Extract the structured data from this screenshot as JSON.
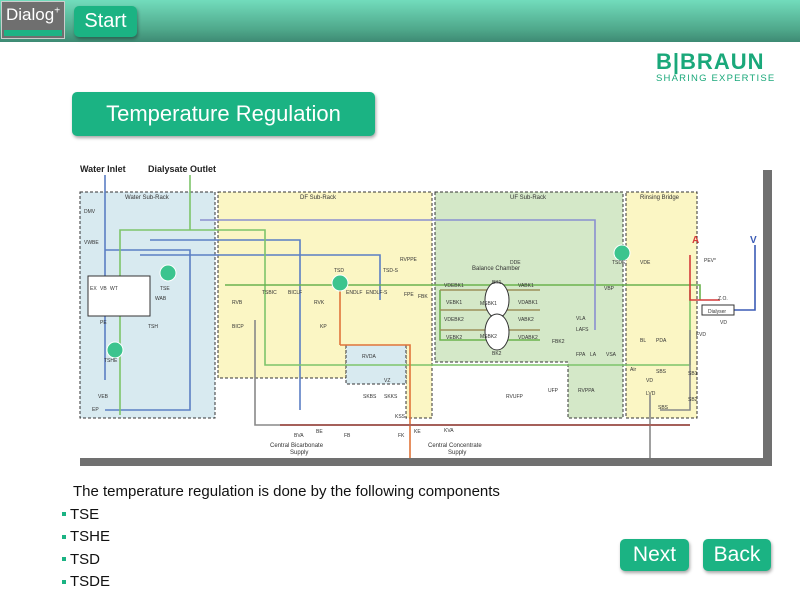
{
  "header": {
    "logo_text": "Dialog",
    "logo_sup": "+",
    "start_label": "Start",
    "brand_name": "B|BRAUN",
    "brand_tagline": "SHARING EXPERTISE"
  },
  "title": "Temperature Regulation",
  "colors": {
    "accent": "#1bb383",
    "brand": "#1aa87a",
    "water_rack": "#d8eaf0",
    "df_rack": "#fbf6c4",
    "uf_rack": "#d4e8c8",
    "highlight": "#3cc48e"
  },
  "diagram": {
    "sections": {
      "water_inlet": "Water Inlet",
      "dialysate_outlet": "Dialysate Outlet",
      "water_sub_rack": "Water Sub-Rack",
      "df_sub_rack": "DF Sub-Rack",
      "uf_sub_rack": "UF Sub-Rack",
      "rinsing_bridge": "Rinsing Bridge",
      "balance_chamber": "Balance Chamber",
      "central_bicarbonate_supply_1": "Central Bicarbonate",
      "central_bicarbonate_supply_2": "Supply",
      "central_concentrate_supply_1": "Central Concentrate",
      "central_concentrate_supply_2": "Supply",
      "arterial": "A",
      "venous": "V"
    },
    "labels": [
      "DMV",
      "VWBE",
      "EX",
      "VB",
      "WT",
      "WAB",
      "TSH",
      "PE",
      "TSHE",
      "VEB",
      "EP",
      "TSBIC",
      "BICLF",
      "TSD",
      "ENDLF",
      "ENDLF-S",
      "TSD-S",
      "RVPPE",
      "FPE",
      "FBK",
      "RVB",
      "RVK",
      "BICP",
      "KP",
      "RVDA",
      "VZ",
      "SKBS",
      "SKKS",
      "KSS",
      "DDE",
      "BK1",
      "BK2",
      "VDEBK1",
      "VEBK1",
      "VDEBK2",
      "VEBK2",
      "VABK1",
      "VDABK1",
      "VABK2",
      "VDABK2",
      "MSBK1",
      "MSBK2",
      "FBK2",
      "FPA",
      "LA",
      "VLA",
      "LAFS",
      "VBP",
      "VSA",
      "UFP",
      "RVUFP",
      "RVPPA",
      "TSDE",
      "VDE",
      "PEV*",
      "Z.O.",
      "Dialyser",
      "VD",
      "FVD",
      "BL",
      "PDA",
      "Air",
      "VD",
      "LVD",
      "SBS",
      "SB1",
      "SB2",
      "SBS",
      "BVA",
      "BE",
      "FB",
      "FK",
      "KE",
      "KVA",
      "TSE"
    ]
  },
  "description": "The temperature regulation is done by the following components",
  "components": [
    "TSE",
    "TSHE",
    "TSD",
    "TSDE"
  ],
  "nav": {
    "next_label": "Next",
    "back_label": "Back"
  }
}
